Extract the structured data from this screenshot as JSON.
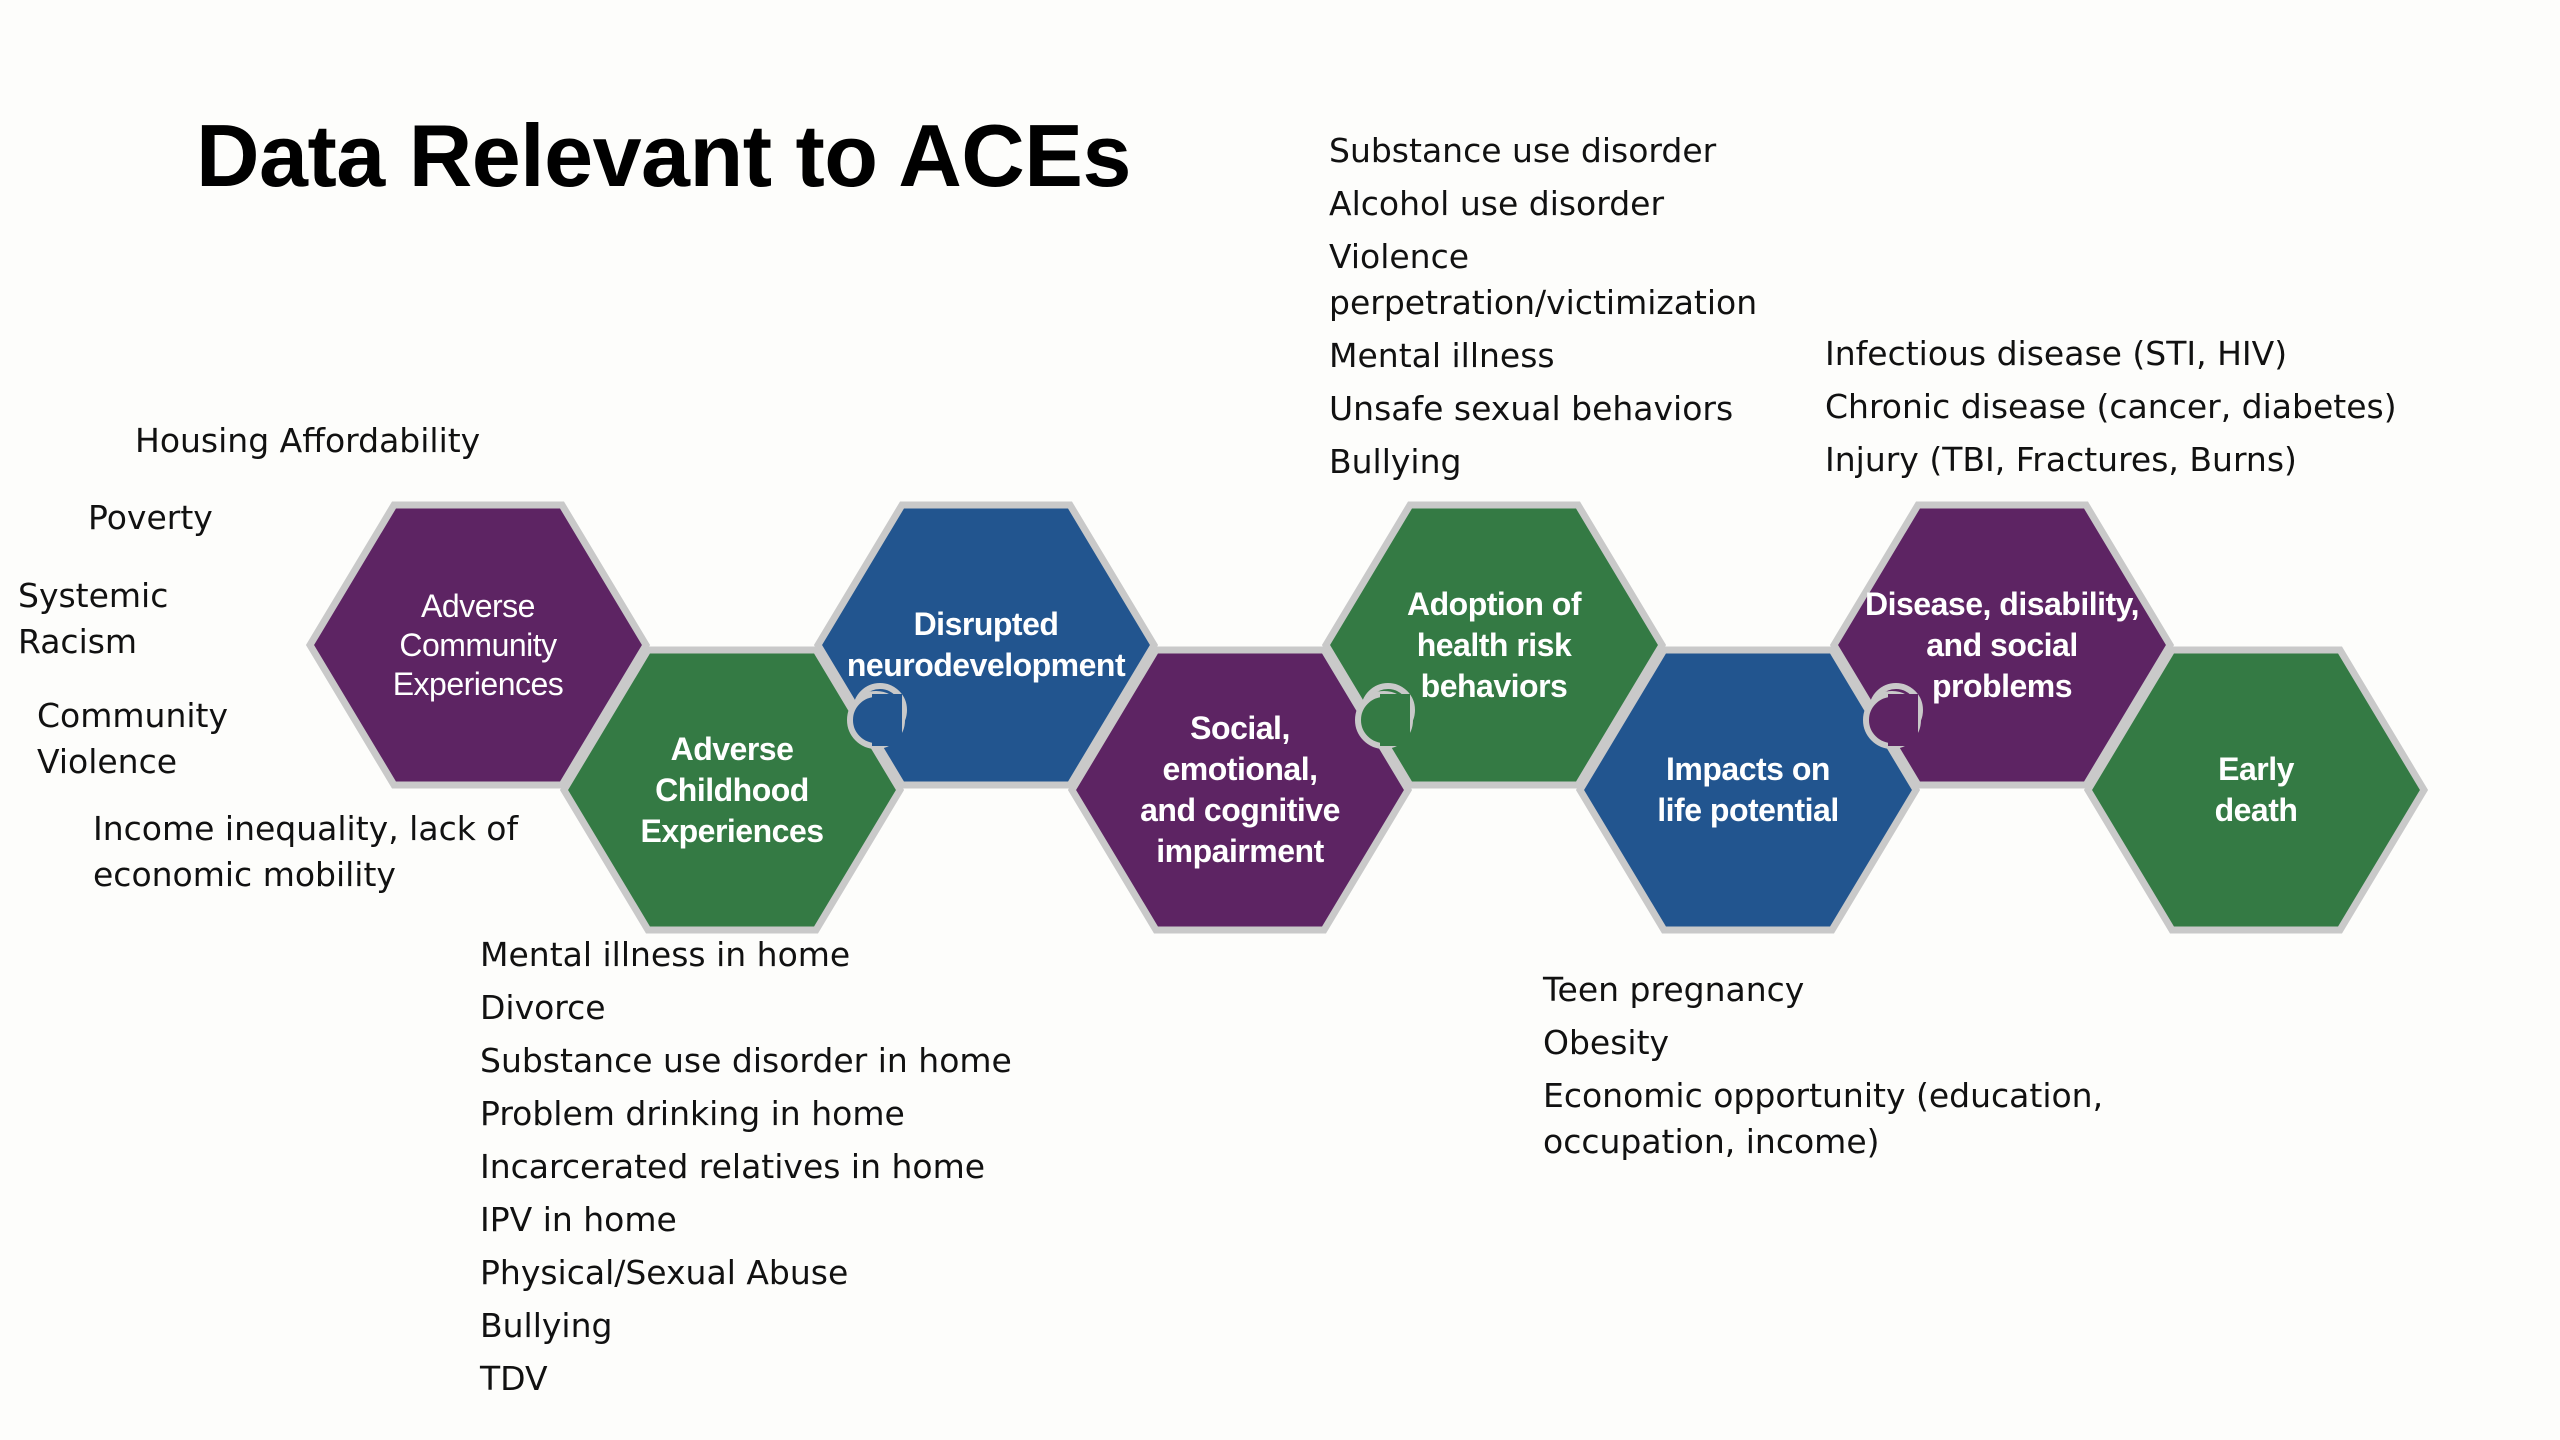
{
  "title": "Data Relevant to ACEs",
  "community_factors": {
    "housing": "Housing Affordability",
    "poverty": "Poverty",
    "racism": "Systemic\nRacism",
    "violence": "Community\nViolence",
    "income": "Income inequality, lack of\neconomic mobility"
  },
  "hexagons": [
    {
      "label": "Adverse\nCommunity\nExperiences",
      "color": "#5d2463"
    },
    {
      "label": "Adverse\nChildhood\nExperiences",
      "color": "#347a44"
    },
    {
      "label": "Disrupted\nneurodevelopment",
      "color": "#22558f"
    },
    {
      "label": "Social,\nemotional,\nand cognitive\nimpairment",
      "color": "#5d2463"
    },
    {
      "label": "Adoption of\nhealth risk\nbehaviors",
      "color": "#347a44"
    },
    {
      "label": "Impacts on\nlife potential",
      "color": "#22558f"
    },
    {
      "label": "Disease, disability,\nand social\nproblems",
      "color": "#5d2463"
    },
    {
      "label": "Early\ndeath",
      "color": "#347a44"
    }
  ],
  "household_factors": [
    "Mental illness in home",
    "Divorce",
    "Substance use disorder in home",
    "Problem drinking in home",
    "Incarcerated relatives in home",
    "IPV in home",
    "Physical/Sexual Abuse",
    "Bullying",
    "TDV"
  ],
  "risk_behaviors": [
    "Substance use disorder",
    "Alcohol use disorder",
    "Violence\nperpetration/victimization",
    "Mental illness",
    "Unsafe sexual behaviors",
    "Bullying"
  ],
  "disease_factors": [
    "Infectious disease (STI, HIV)",
    "Chronic disease (cancer, diabetes)",
    "Injury (TBI, Fractures, Burns)"
  ],
  "life_potential_factors": [
    "Teen pregnancy",
    "Obesity",
    "Economic opportunity (education,\noccupation, income)"
  ]
}
